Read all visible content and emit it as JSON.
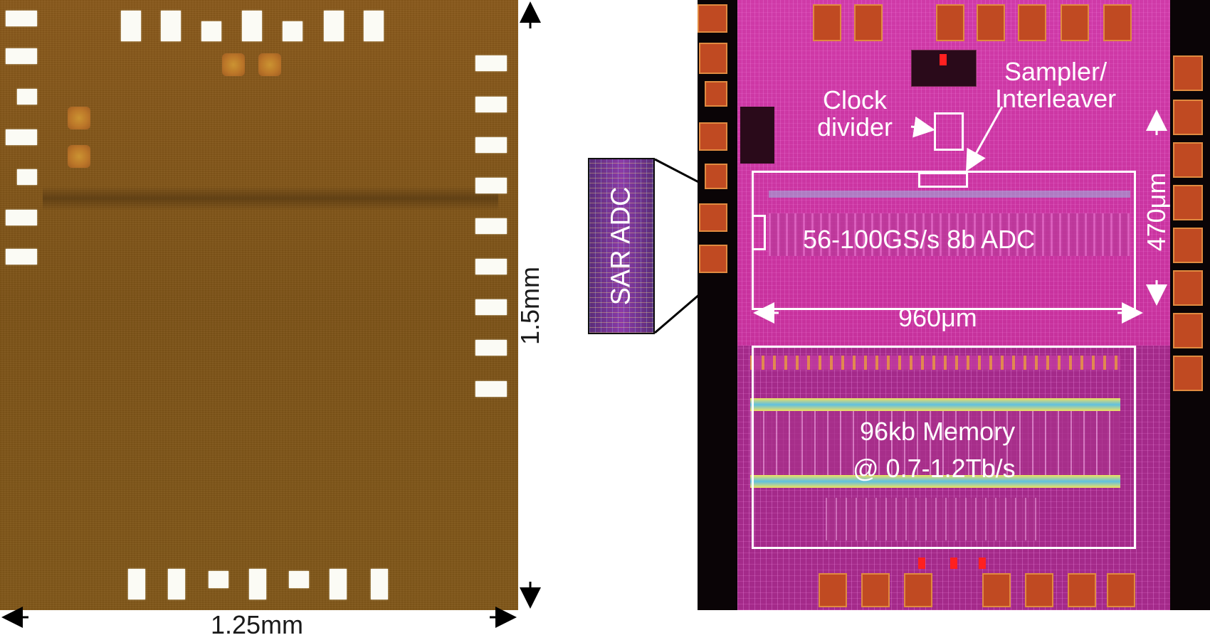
{
  "die_photo": {
    "width_label": "1.25mm",
    "height_label": "1.5mm"
  },
  "layout": {
    "clock_divider": "Clock\ndivider",
    "sampler_interleaver": "Sampler/\nInterleaver",
    "adc_label": "56-100GS/s 8b ADC",
    "adc_height": "470μm",
    "adc_width": "960μm",
    "memory_line1": "96kb Memory",
    "memory_line2": "@ 0.7-1.2Tb/s",
    "sar_adc": "SAR ADC"
  }
}
